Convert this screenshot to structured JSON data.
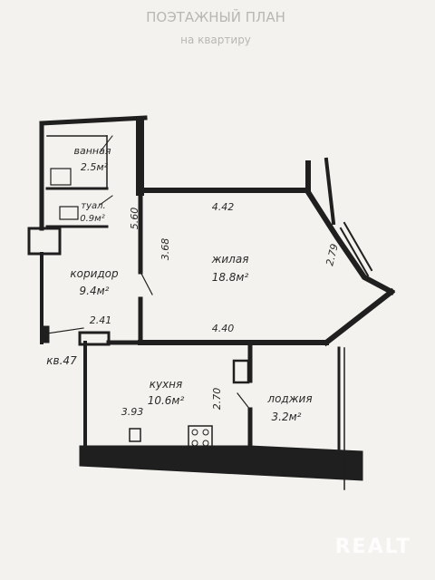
{
  "header": {
    "line1": "ПОЭТАЖНЫЙ ПЛАН",
    "line2": "на квартиру"
  },
  "rooms": {
    "bathroom": {
      "name": "ванная",
      "area": "2.5м²"
    },
    "toilet": {
      "name": "туал.",
      "area": "0.9м²"
    },
    "corridor": {
      "name": "коридор",
      "area": "9.4м²"
    },
    "living": {
      "name": "жилая",
      "area": "18.8м²"
    },
    "kitchen": {
      "name": "кухня",
      "area": "10.6м²"
    },
    "loggia": {
      "name": "лоджия",
      "area": "3.2м²"
    }
  },
  "dimensions": {
    "d560": "5.60",
    "d442": "4.42",
    "d368": "3.68",
    "d279": "2.79",
    "d440": "4.40",
    "d241": "2.41",
    "d270": "2.70",
    "d393": "3.93"
  },
  "apartment_label": "кв.47",
  "watermark": "REALT"
}
